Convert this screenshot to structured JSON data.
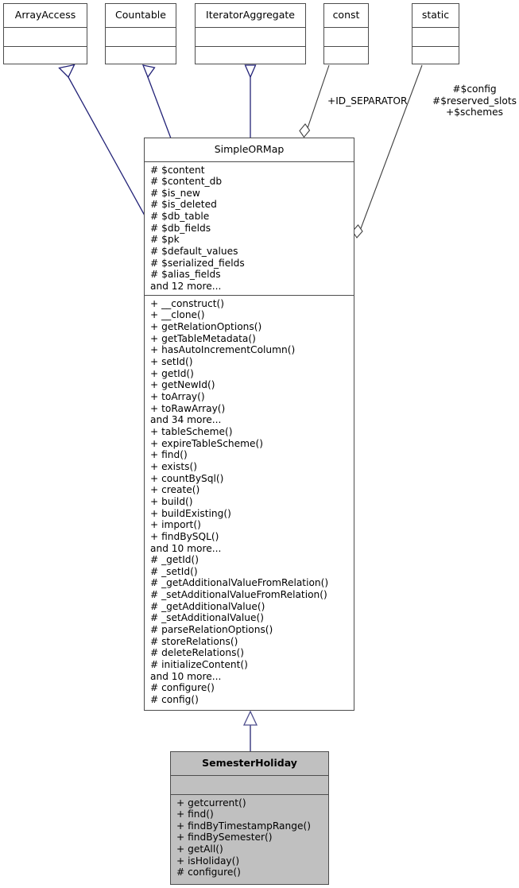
{
  "diagram": {
    "title": "SimpleORMap class inheritance diagram",
    "colors": {
      "inheritance_line": "#222277",
      "association_line": "#3d3d3d",
      "box_border": "#4d4d4d",
      "box_fill_highlight": "#c0c0c0",
      "background": "#ffffff"
    }
  },
  "classes": {
    "array_access": {
      "name": "ArrayAccess",
      "attributes": [],
      "methods": [],
      "highlighted": false
    },
    "countable": {
      "name": "Countable",
      "attributes": [],
      "methods": [],
      "highlighted": false
    },
    "iterator_aggregate": {
      "name": "IteratorAggregate",
      "attributes": [],
      "methods": [],
      "highlighted": false
    },
    "const_box": {
      "name": "const",
      "attributes": [],
      "methods": [],
      "highlighted": false
    },
    "static_box": {
      "name": "static",
      "attributes": [],
      "methods": [],
      "highlighted": false
    },
    "simple_or_map": {
      "name": "SimpleORMap",
      "highlighted": false,
      "attributes": [
        "# $content",
        "# $content_db",
        "# $is_new",
        "# $is_deleted",
        "# $db_table",
        "# $db_fields",
        "# $pk",
        "# $default_values",
        "# $serialized_fields",
        "# $alias_fields",
        "and 12 more..."
      ],
      "methods": [
        "+ __construct()",
        "+ __clone()",
        "+ getRelationOptions()",
        "+ getTableMetadata()",
        "+ hasAutoIncrementColumn()",
        "+ setId()",
        "+ getId()",
        "+ getNewId()",
        "+ toArray()",
        "+ toRawArray()",
        "and 34 more...",
        "+ tableScheme()",
        "+ expireTableScheme()",
        "+ find()",
        "+ exists()",
        "+ countBySql()",
        "+ create()",
        "+ build()",
        "+ buildExisting()",
        "+ import()",
        "+ findBySQL()",
        "and 10 more...",
        "# _getId()",
        "# _setId()",
        "# _getAdditionalValueFromRelation()",
        "# _setAdditionalValueFromRelation()",
        "# _getAdditionalValue()",
        "# _setAdditionalValue()",
        "# parseRelationOptions()",
        "# storeRelations()",
        "# deleteRelations()",
        "# initializeContent()",
        "and 10 more...",
        "# configure()",
        "# config()"
      ]
    },
    "semester_holiday": {
      "name": "SemesterHoliday",
      "highlighted": true,
      "attributes": [],
      "methods": [
        "+ getcurrent()",
        "+ find()",
        "+ findByTimestampRange()",
        "+ findBySemester()",
        "+ getAll()",
        "+ isHoliday()",
        "# configure()"
      ]
    }
  },
  "edge_labels": {
    "id_separator": "+ID_SEPARATOR",
    "static_members_line1": "#$config",
    "static_members_line2": "#$reserved_slots",
    "static_members_line3": "+$schemes"
  }
}
